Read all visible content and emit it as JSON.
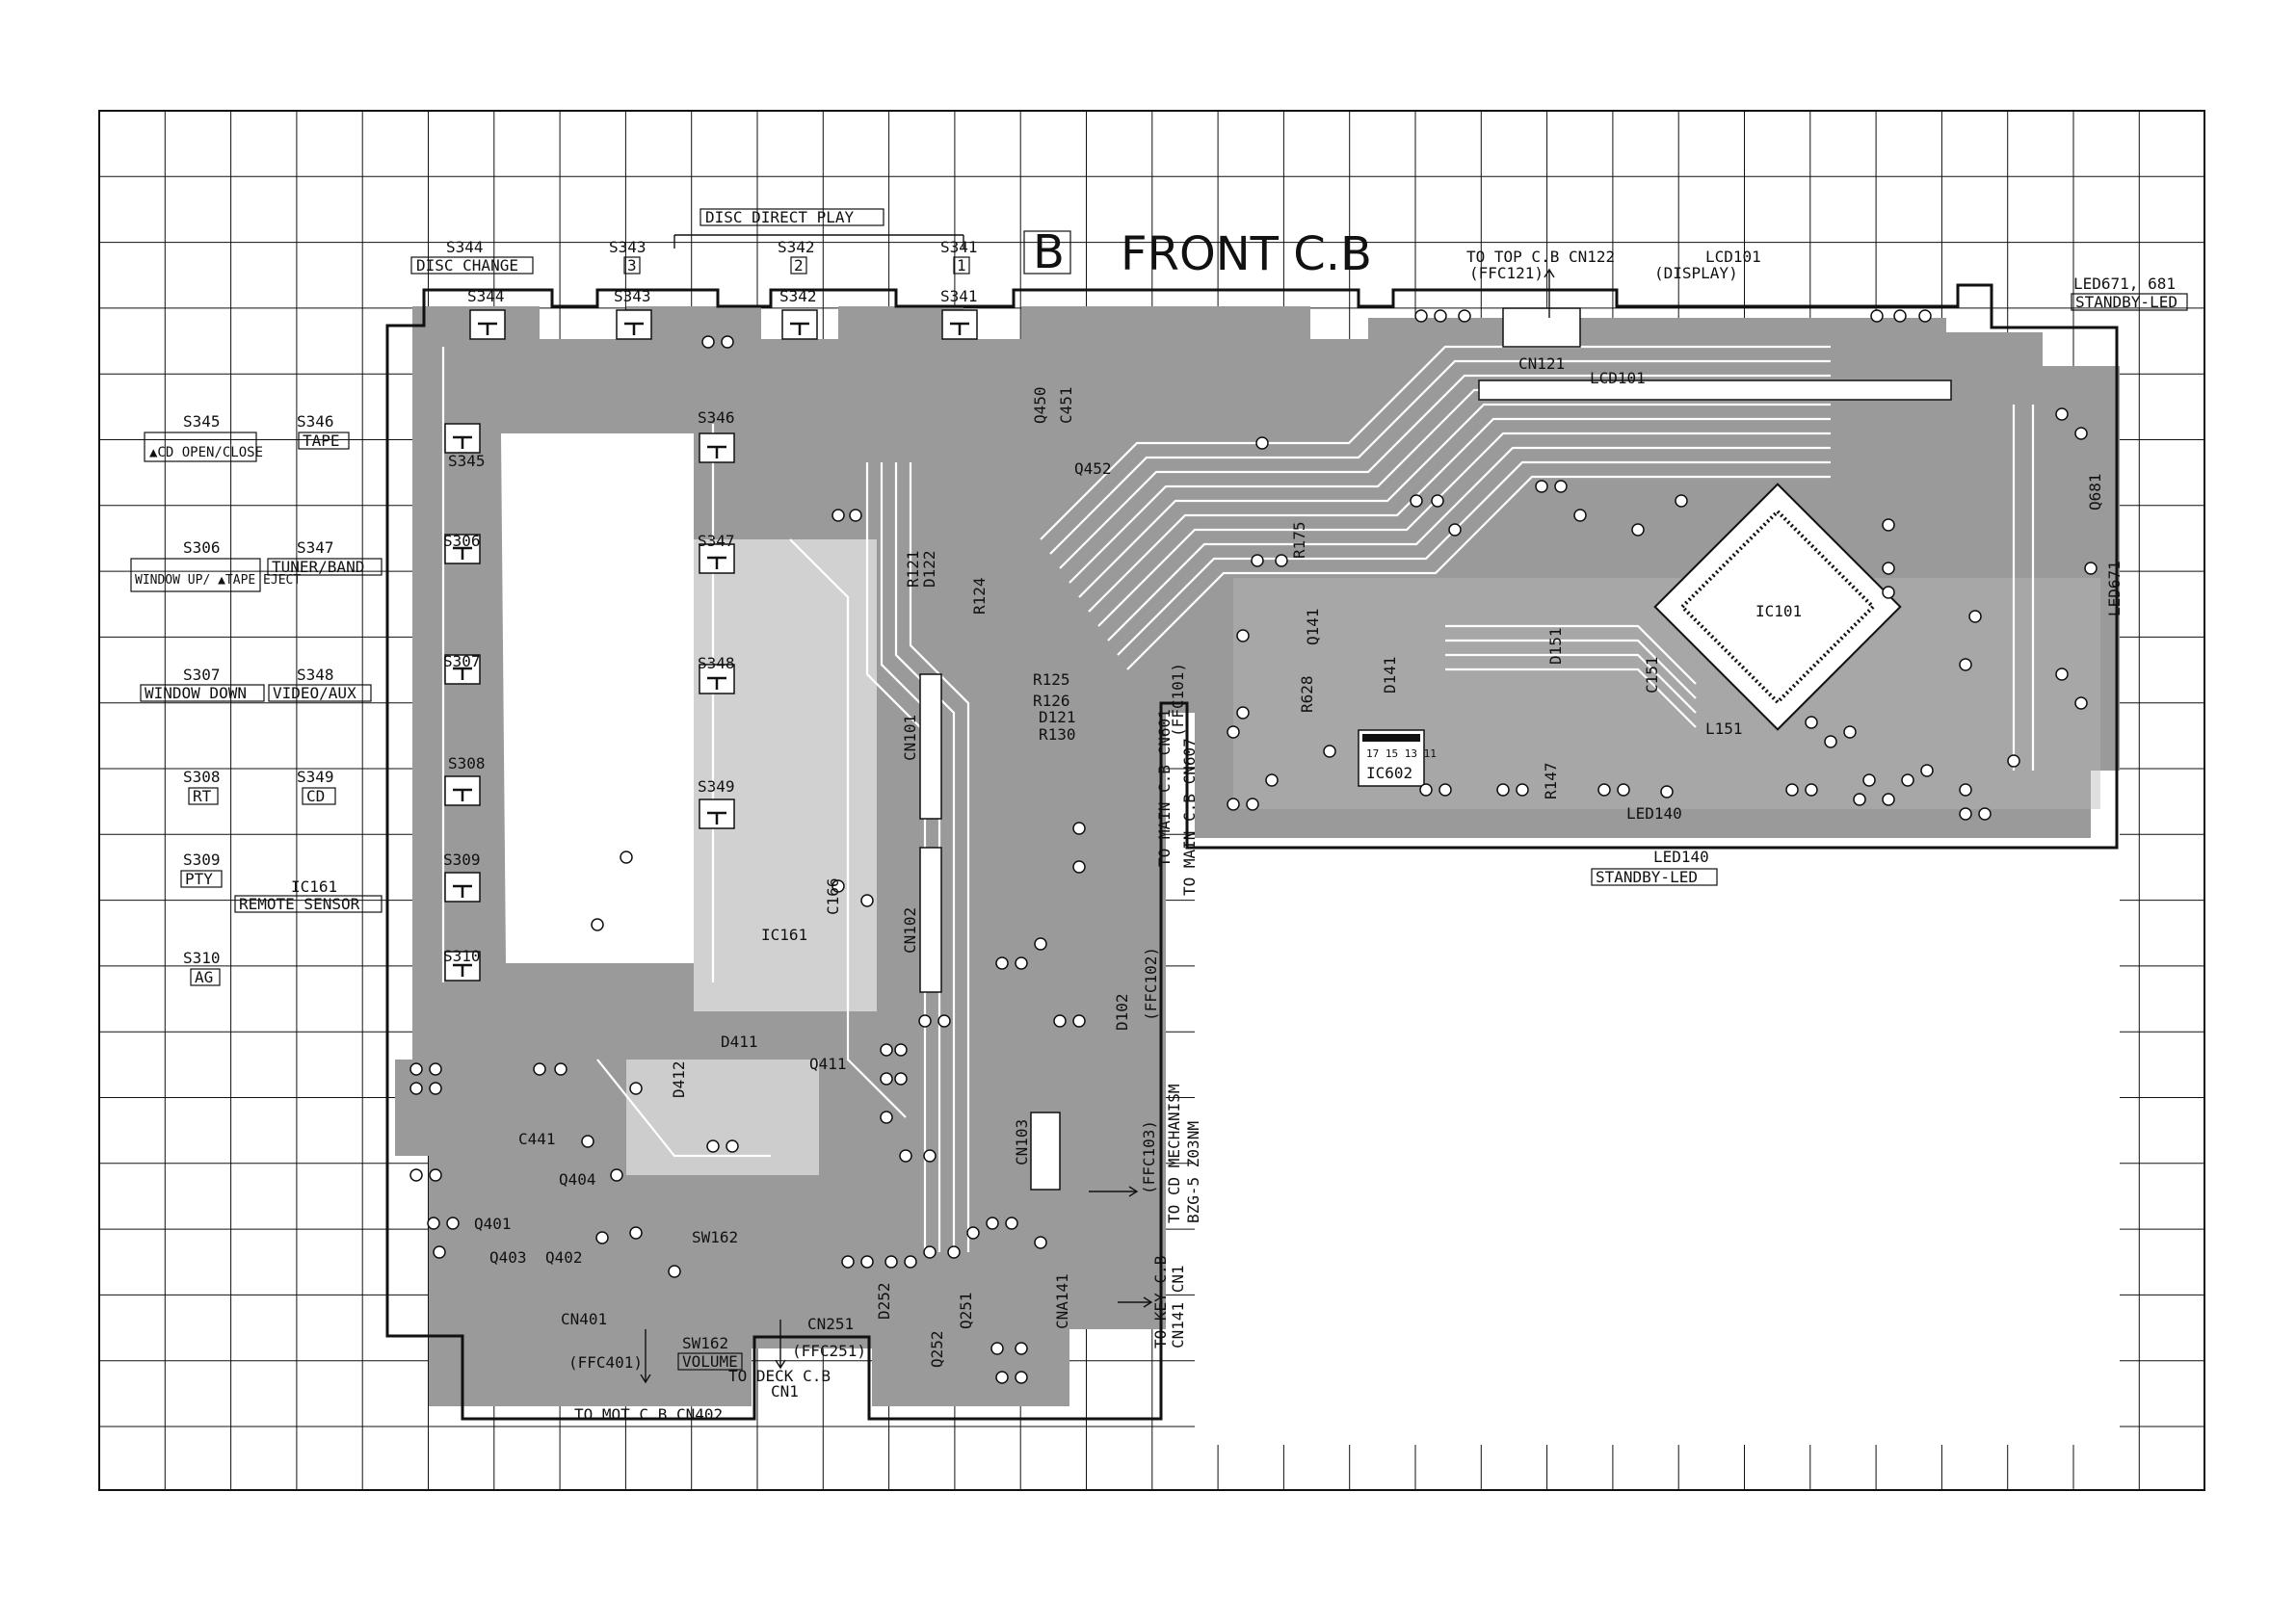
{
  "board": {
    "tag": "B",
    "title": "FRONT C.B"
  },
  "top_labels": {
    "disc_direct_play": "DISC DIRECT PLAY",
    "s344": "S344",
    "disc_change": "DISC CHANGE",
    "s343": "S343",
    "s343_num": "3",
    "s342": "S342",
    "s342_num": "2",
    "s341": "S341",
    "s341_num": "1",
    "to_top": "TO TOP C.B CN122",
    "ffc121": "(FFC121)",
    "lcd101": "LCD101",
    "display": "(DISPLAY)",
    "led671": "LED671, 681",
    "standby_led_right": "STANDBY-LED"
  },
  "left_labels": [
    {
      "code": "S345",
      "name": "▲CD OPEN/CLOSE",
      "code2": "S346",
      "name2": "TAPE"
    },
    {
      "code": "S306",
      "name": "WINDOW UP/ ▲TAPE EJECT",
      "code2": "S347",
      "name2": "TUNER/BAND"
    },
    {
      "code": "S307",
      "name": "WINDOW DOWN",
      "code2": "S348",
      "name2": "VIDEO/AUX"
    },
    {
      "code": "S308",
      "name": "RT",
      "code2": "S349",
      "name2": "CD"
    },
    {
      "code": "S309",
      "name": "PTY",
      "code2": "IC161",
      "name2": "REMOTE SENSOR"
    },
    {
      "code": "S310",
      "name": "AG",
      "code2": "",
      "name2": ""
    }
  ],
  "board_parts": {
    "s344": "S344",
    "s343": "S343",
    "s342": "S342",
    "s341": "S341",
    "s345": "S345",
    "s346": "S346",
    "s306": "S306",
    "s347": "S347",
    "s307": "S307",
    "s348": "S348",
    "s308": "S308",
    "s349": "S349",
    "s309": "S309",
    "s310": "S310",
    "ic161": "IC161",
    "c166": "C166",
    "cn101": "CN101",
    "cn102": "CN102",
    "cn103": "CN103",
    "cn121": "CN121",
    "lcd101": "LCD101",
    "ic101": "IC101",
    "ic602": "IC602",
    "l151": "L151",
    "led140": "LED140",
    "d411": "D411",
    "q411": "Q411",
    "d412": "D412",
    "c441": "C441",
    "q401": "Q401",
    "q404": "Q404",
    "q403": "Q403",
    "q402": "Q402",
    "cn401": "CN401",
    "sw162": "SW162",
    "cn251": "CN251",
    "cna141": "CNA141",
    "q251": "Q251",
    "q252": "Q252",
    "d252": "D252",
    "d102": "D102",
    "r121": "R121",
    "d122": "D122",
    "r124": "R124",
    "r125": "R125",
    "r126": "R126",
    "d121": "D121",
    "r130": "R130",
    "r175": "R175",
    "c151": "C151",
    "c451": "C451",
    "q450": "Q450",
    "q452": "Q452",
    "r628": "R628",
    "q141": "Q141",
    "d141": "D141",
    "d151": "D151",
    "r147": "R147",
    "q681": "Q681",
    "led671": "LED671",
    "ic602_pins": "17 15 13 11"
  },
  "bottom_labels": {
    "led140": "LED140",
    "standby_led": "STANDBY-LED",
    "ffc401": "(FFC401)",
    "sw162_lbl": "SW162",
    "volume": "VOLUME",
    "ffc251": "(FFC251)",
    "to_deck": "TO DECK C.B",
    "cn1": "CN1",
    "to_mot": "TO MOT C.B CN402",
    "to_main_601": "TO MAIN C.B CN601",
    "ffc101": "(FFC101)",
    "to_main_607": "TO MAIN C.B CN607",
    "ffc102": "(FFC102)",
    "ffc103": "(FFC103)",
    "to_cd_mech": "TO CD MECHANISM",
    "bzg": "BZG-5 Z03NM",
    "to_key": "TO KEY C.B",
    "cn141": "CN141 CN1"
  }
}
